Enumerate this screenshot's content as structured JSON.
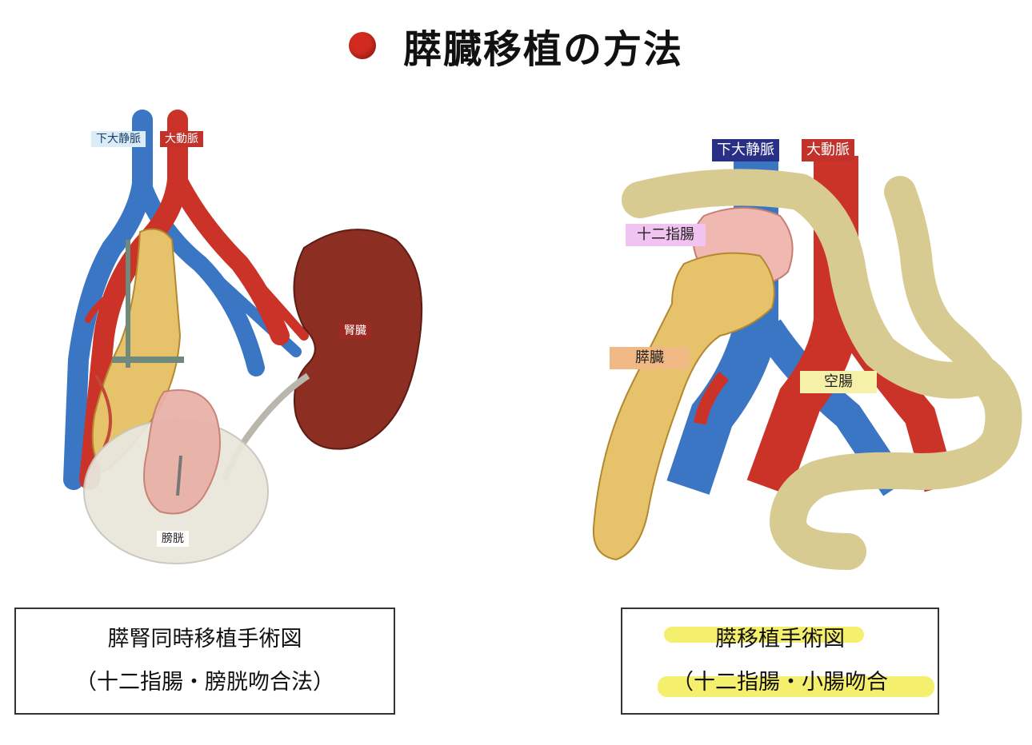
{
  "title": "膵臓移植の方法",
  "colors": {
    "bullet": "#d22a1e",
    "artery": "#cc3328",
    "vein": "#3a76c4",
    "pancreas": "#e6c36a",
    "kidney": "#8c2e22",
    "intestine": "#d8cb91",
    "highlight": "#f2ea3d"
  },
  "left_figure": {
    "labels": {
      "ivc": "下大静脈",
      "aorta": "大動脈",
      "kidney": "腎臓",
      "bladder": "膀胱"
    },
    "caption": {
      "line1": "膵腎同時移植手術図",
      "line2": "（十二指腸・膀胱吻合法）"
    }
  },
  "right_figure": {
    "labels": {
      "ivc": "下大静脈",
      "aorta": "大動脈",
      "duodenum": "十二指腸",
      "pancreas": "膵臓",
      "jejunum": "空腸"
    },
    "caption": {
      "line1": "膵移植手術図",
      "line2": "（十二指腸・小腸吻合"
    }
  }
}
